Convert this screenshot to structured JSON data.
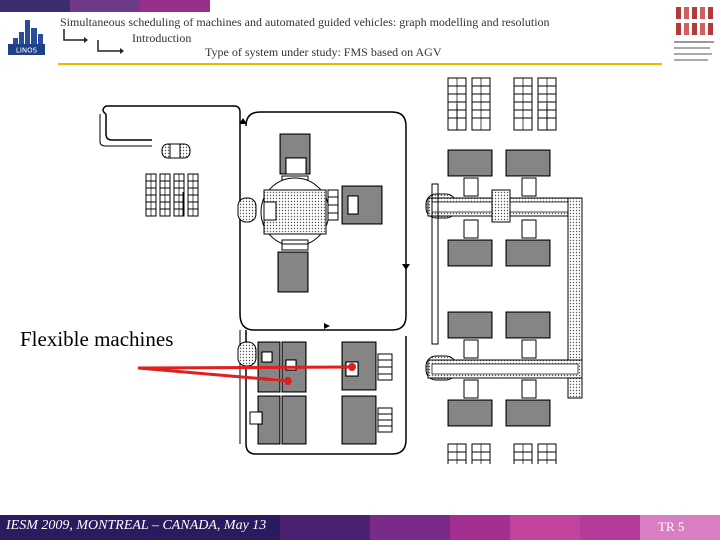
{
  "header": {
    "title_line1": "Simultaneous scheduling of machines and automated guided vehicles: graph modelling and resolution",
    "title_line2": "Introduction",
    "title_line3": "Type of system under study: FMS based on AGV",
    "logo_left_text": "LINOS"
  },
  "diagram": {
    "callout_label": "Flexible machines"
  },
  "footer": {
    "conference": "IESM 2009, MONTREAL – CANADA, May 13",
    "page": "TR 5"
  },
  "colors": {
    "top_bar": [
      "#3c2e6e",
      "#6e3a8a",
      "#9a2f8a",
      "#b83a98",
      "#d46ab8",
      "#e9b3d8",
      "#f2d8ea"
    ],
    "footer_bar": [
      "#2a1a5e",
      "#4b2070",
      "#7a2a88",
      "#a32f90",
      "#c2449f",
      "#d97ec2"
    ],
    "header_line": "#e6b800",
    "arrow": "#e02020"
  }
}
